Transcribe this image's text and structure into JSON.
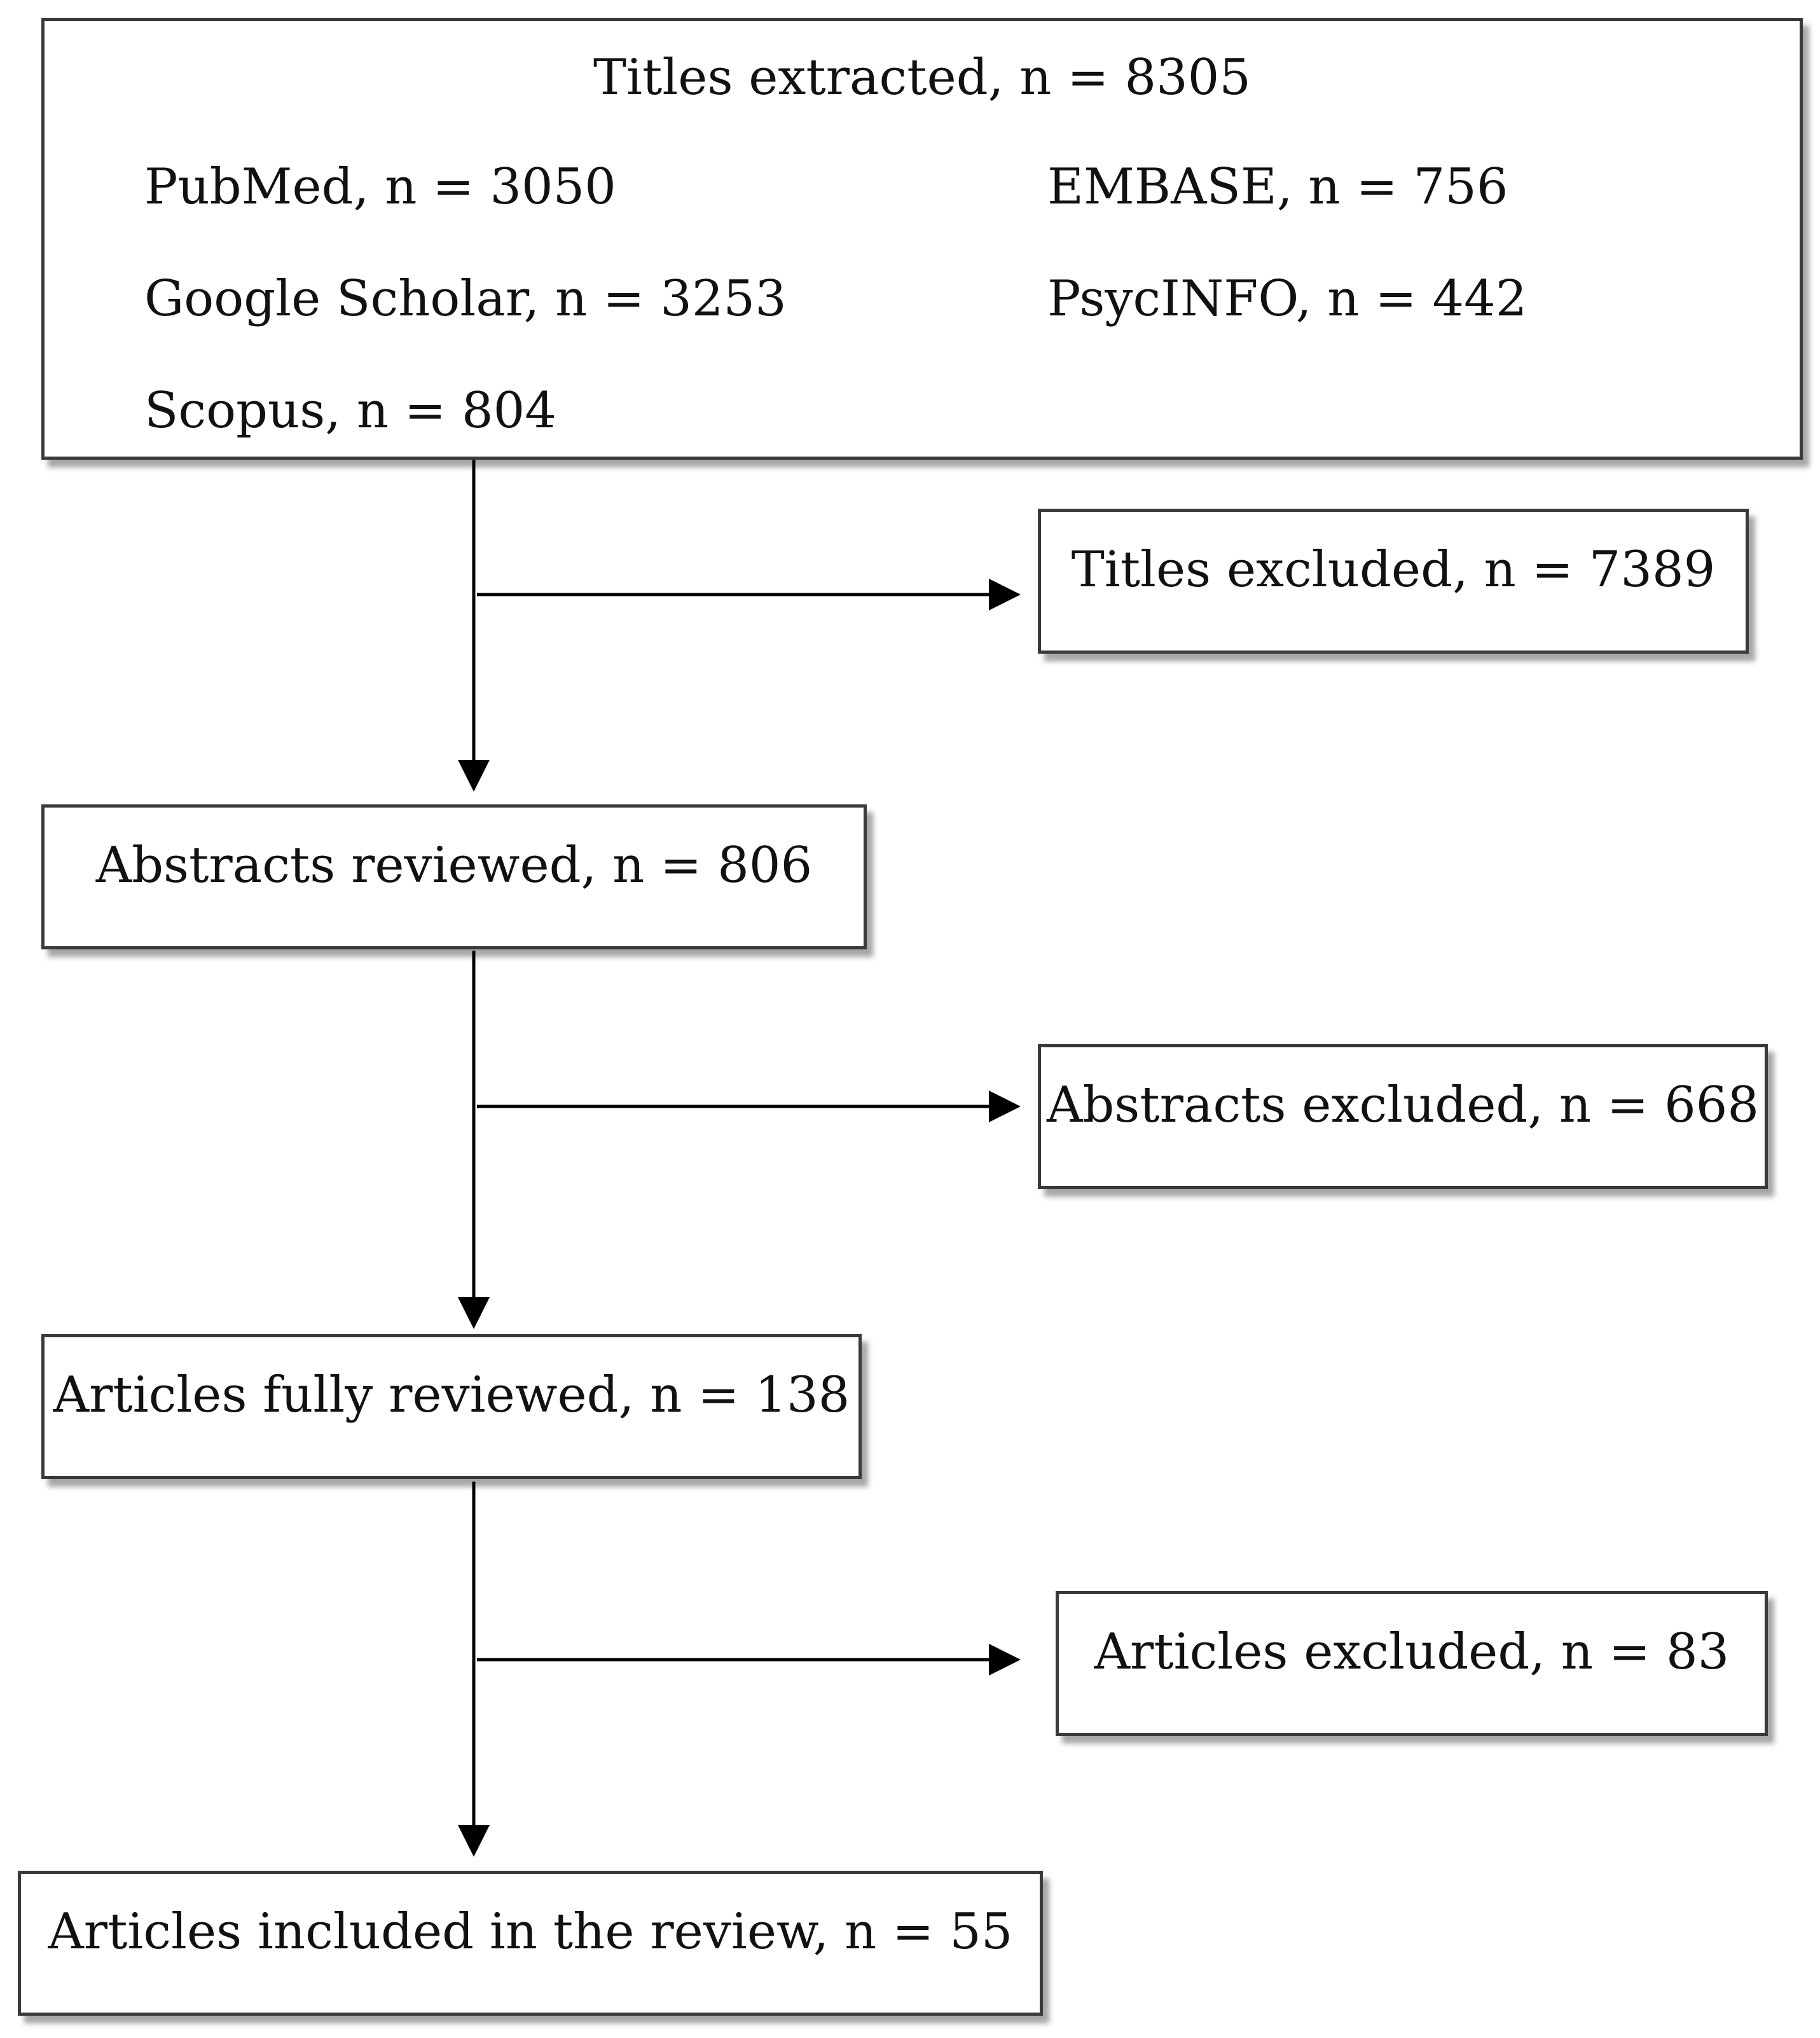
{
  "diagram": {
    "source_box": {
      "title": "Titles extracted, n = 8305",
      "sources": {
        "pubmed": "PubMed, n = 3050",
        "embase": "EMBASE, n = 756",
        "google_scholar": "Google Scholar, n = 3253",
        "psycinfo": "PsycINFO, n = 442",
        "scopus": "Scopus, n = 804"
      }
    },
    "titles_excluded": "Titles excluded, n = 7389",
    "abstracts_reviewed": "Abstracts reviewed, n = 806",
    "abstracts_excluded": "Abstracts excluded, n = 668",
    "articles_fully_reviewed": "Articles fully reviewed, n = 138",
    "articles_excluded": "Articles excluded, n = 83",
    "articles_included": "Articles included in the review, n = 55"
  }
}
